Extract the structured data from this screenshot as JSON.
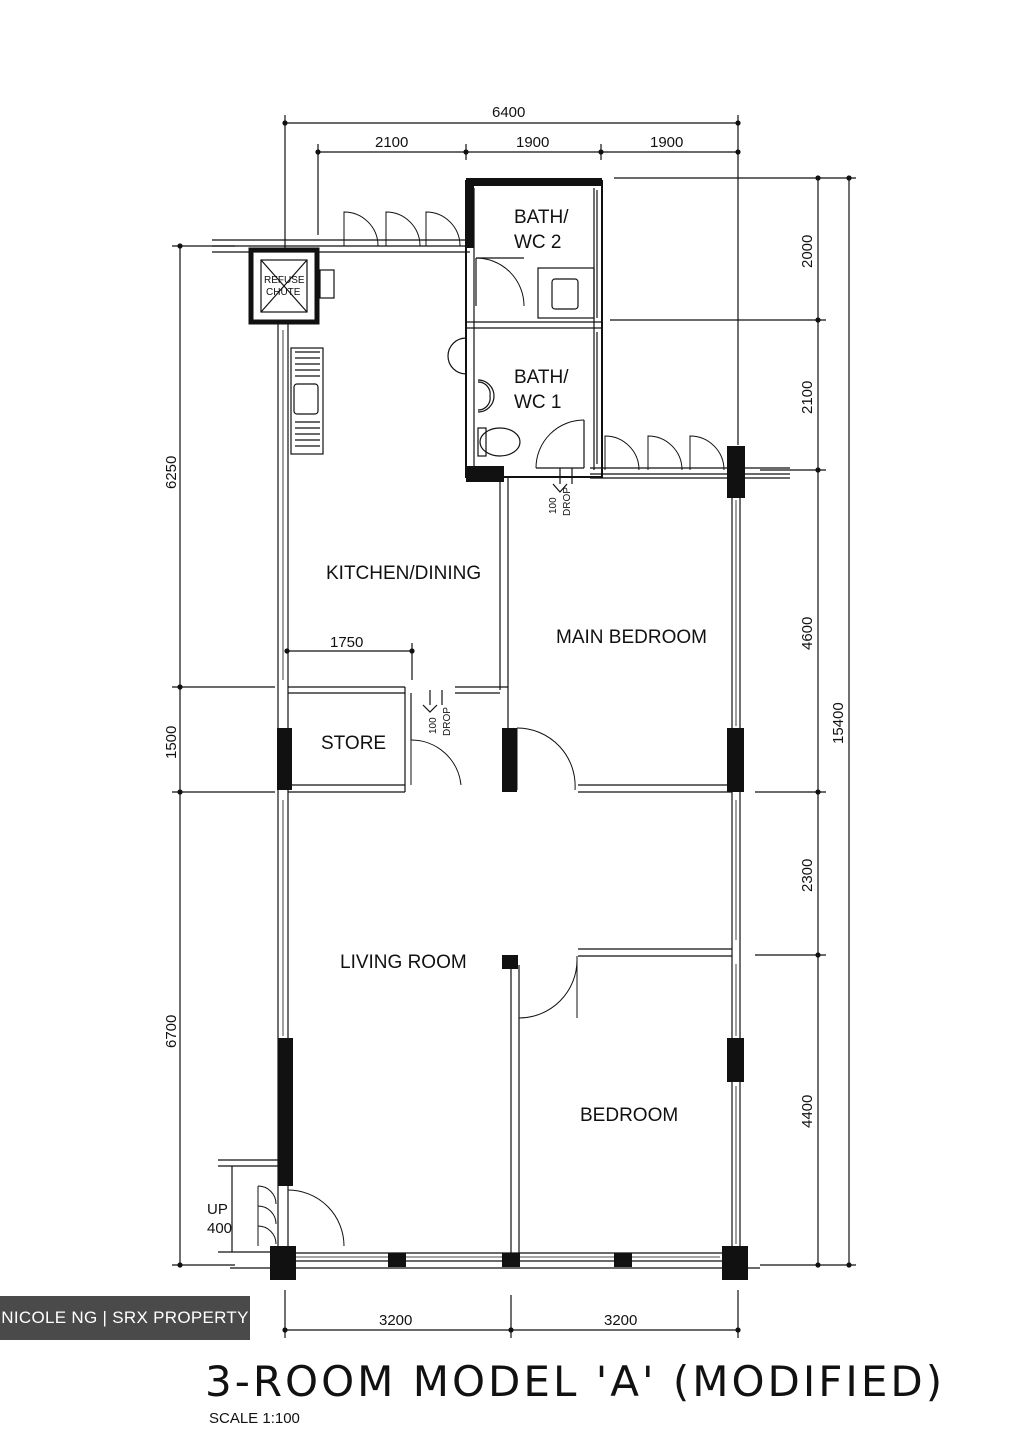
{
  "plan": {
    "title": "3-ROOM MODEL 'A' (MODIFIED)",
    "scale_label": "SCALE   1:100"
  },
  "rooms": {
    "bath_wc2_line1": "BATH/",
    "bath_wc2_line2": "WC 2",
    "bath_wc1_line1": "BATH/",
    "bath_wc1_line2": "WC 1",
    "refuse_line1": "REFUSE",
    "refuse_line2": "CHUTE",
    "kitchen_dining": "KITCHEN/DINING",
    "main_bedroom": "MAIN BEDROOM",
    "store": "STORE",
    "living_room": "LIVING ROOM",
    "bedroom": "BEDROOM",
    "up_line1": "UP",
    "up_line2": "400"
  },
  "drops": {
    "drop1_num": "100",
    "drop1_word": "DROP",
    "drop2_num": "100",
    "drop2_word": "DROP"
  },
  "dimensions": {
    "top_total": "6400",
    "top_a": "2100",
    "top_b": "1900",
    "top_c": "1900",
    "left_a": "6250",
    "left_b": "1500",
    "left_c": "6700",
    "right_a": "2000",
    "right_b": "2100",
    "right_c": "4600",
    "right_d": "2300",
    "right_e": "4400",
    "right_total": "15400",
    "bottom_a": "3200",
    "bottom_b": "3200",
    "kitchen_counter": "1750"
  },
  "watermark": "NICOLE NG | SRX PROPERTY"
}
